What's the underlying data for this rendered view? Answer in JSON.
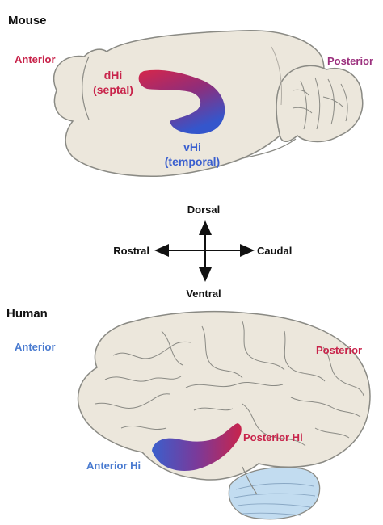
{
  "mouse": {
    "section_title": "Mouse",
    "anterior_label": "Anterior",
    "posterior_label": "Posterior",
    "dorsal_hippocampus": {
      "abbrev": "dHi",
      "region": "(septal)"
    },
    "ventral_hippocampus": {
      "abbrev": "vHi",
      "region": "(temporal)"
    }
  },
  "compass": {
    "dorsal": "Dorsal",
    "ventral": "Ventral",
    "rostral": "Rostral",
    "caudal": "Caudal"
  },
  "human": {
    "section_title": "Human",
    "anterior_label": "Anterior",
    "posterior_label": "Posterior",
    "anterior_hippocampus": "Anterior Hi",
    "posterior_hippocampus": "Posterior Hi"
  },
  "colors": {
    "anterior_red": "#c8234a",
    "posterior_purple": "#9b2f7d",
    "human_anterior_blue": "#4a7bd0",
    "ventral_blue": "#3a5fcf",
    "brain_fill": "#ece7dc",
    "brain_stroke": "#8a8a84",
    "cerebellum_blue": "#c2dcf0"
  }
}
